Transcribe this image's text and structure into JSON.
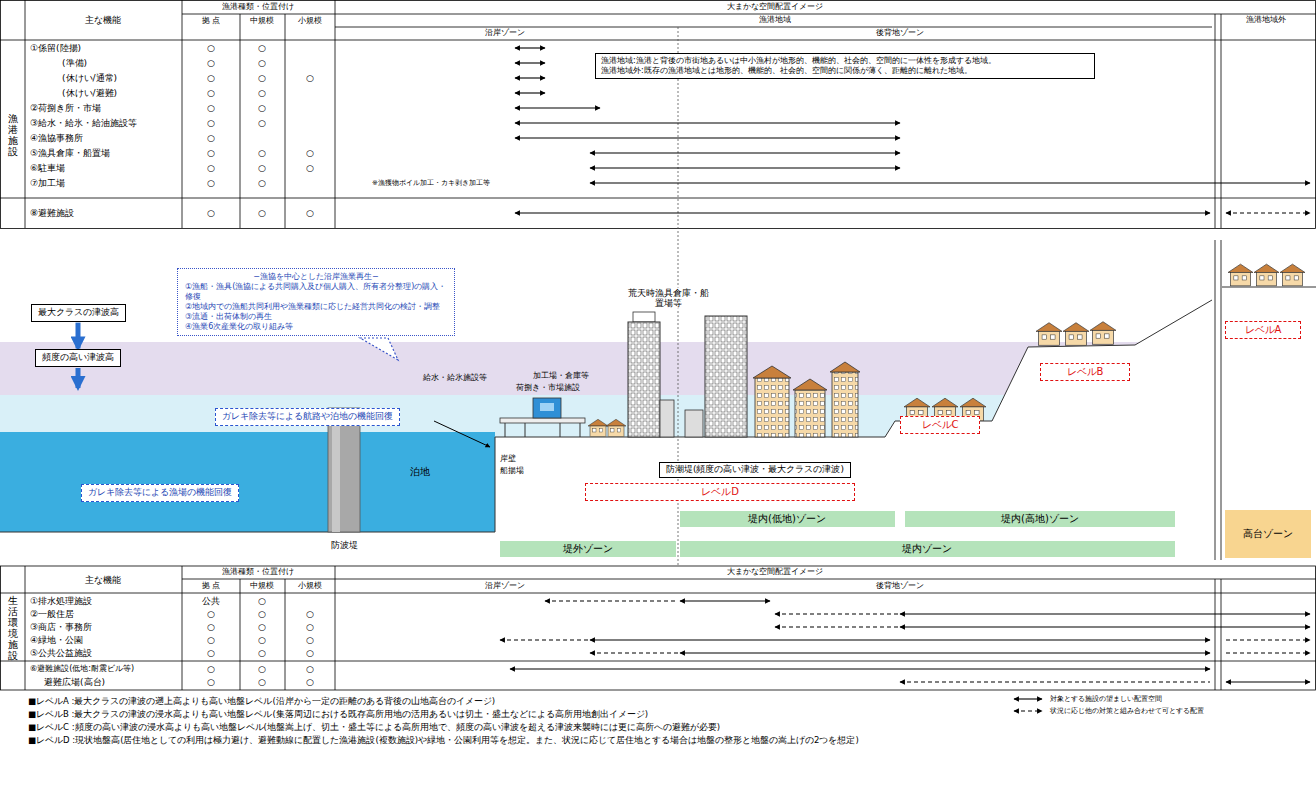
{
  "diagram": {
    "nodes": [
      {
        "text": [
          "漁港地域:漁港と背後の市街地あるいは中小漁村が地形的、機能的、社会的、空間的に一体性を形成する地域。",
          "漁港地域外:既存の漁港地域とは地形的、機能的、社会的、空間的に関係が薄く、距離的に離れた地域。"
        ]
      },
      {
        "text": [
          "−漁協を中心とした沿岸漁業再生−",
          "①漁船・漁具(漁協による共同購入及び個人購入、所有者分整理)の購入・修復",
          "②地域内での漁船共同利用や漁業種類に応じた経営共同化の検討・調整",
          "③流通・出荷体制の再生",
          "④漁業6次産業化の取り組み等"
        ]
      },
      {
        "text": [
          "最大クラスの津波高"
        ]
      },
      {
        "text": [
          "頻度の高い津波高"
        ]
      },
      {
        "text": [
          "ガレキ除去等による航路や泊地の機能回復"
        ]
      },
      {
        "text": [
          "ガレキ除去等による漁場の機能回復"
        ]
      },
      {
        "text": [
          "防潮堤(頻度の高い津波・最大クラスの津波)"
        ]
      },
      {
        "text": [
          "レベルD"
        ]
      },
      {
        "text": [
          "レベルC"
        ]
      },
      {
        "text": [
          "レベルB"
        ]
      },
      {
        "text": [
          "レベルA"
        ]
      },
      {
        "text": [
          "堤内(低地)ゾーン"
        ]
      },
      {
        "text": [
          "堤内(高地)ゾーン"
        ]
      },
      {
        "text": [
          "堤外ゾーン"
        ]
      },
      {
        "text": [
          "堤内ゾーン"
        ]
      },
      {
        "text": [
          "高台ゾーン"
        ]
      }
    ],
    "edges": [
      {
        "from": 2,
        "to": 3,
        "arrow": "to"
      }
    ],
    "labels": [
      "主な機能",
      "漁港種類・位置付け",
      "拠 点",
      "中規模",
      "小規模",
      "大まかな空間配置イメージ",
      "漁港地域",
      "漁港地域外",
      "沿岸ゾーン",
      "後背地ゾーン",
      "漁港施設",
      "①係留(陸揚)",
      "○",
      "○",
      "(準備)",
      "○",
      "○",
      "(休けい/通常)",
      "○",
      "○",
      "○",
      "(休けい/避難)",
      "○",
      "○",
      "②荷捌き所・市場",
      "○",
      "○",
      "③給水・給氷・給油施設等",
      "○",
      "○",
      "④漁協事務所",
      "○",
      "⑤漁具倉庫・船置場",
      "○",
      "○",
      "○",
      "⑥駐車場",
      "○",
      "○",
      "○",
      "⑦加工場",
      "○",
      "○",
      "⑧避難施設",
      "○",
      "○",
      "○",
      "※漁獲物ボイル加工・カキ剥き加工等",
      "泊地",
      "防波堤",
      "岸壁",
      "船揚場",
      "給水・給氷施設等",
      "加工場・倉庫等",
      "荷捌き・市場施設",
      "荒天時漁具倉庫・船置場等",
      "主な機能",
      "漁港種類・位置付け",
      "拠 点",
      "中規模",
      "小規模",
      "大まかな空間配置イメージ",
      "沿岸ゾーン",
      "後背地ゾーン",
      "生活環境施設",
      "①排水処理施設",
      "公共",
      "○",
      "②一般住居",
      "○",
      "○",
      "○",
      "③商店・事務所",
      "○",
      "○",
      "○",
      "④緑地・公園",
      "○",
      "○",
      "○",
      "⑤公共公益施設",
      "○",
      "○",
      "○",
      "⑥避難施設(低地:耐震ビル等)",
      "○",
      "○",
      "○",
      "避難広場(高台)",
      "○",
      "○",
      "○",
      "■レベルA :最大クラスの津波の遡上高よりも高い地盤レベル(沿岸から一定の距離のある背後の山地高台のイメージ)",
      "■レベルB :最大クラスの津波の浸水高よりも高い地盤レベル(集落周辺における既存高所用地の活用あるいは切土・盛土などによる高所用地創出イメージ)",
      "■レベルC :頻度の高い津波の浸水高よりも高い地盤レベル(地盤嵩上げ、切土・盛土等による高所用地で、頻度の高い津波を超える津波来襲時には更に高所への避難が必要)",
      "■レベルD :現状地盤高(居住地としての利用は極力避け、避難動線に配置した漁港施設(複数施設)や緑地・公園利用等を想定。また、状況に応じて居住地とする場合は地盤の整形と地盤の嵩上げの2つを想定)"
    ],
    "legend": [
      {
        "text": "対象とする施設の望ましい配置空間"
      },
      {
        "text": "状況に応じ他の対策と組み合わせて可とする配置"
      }
    ]
  }
}
